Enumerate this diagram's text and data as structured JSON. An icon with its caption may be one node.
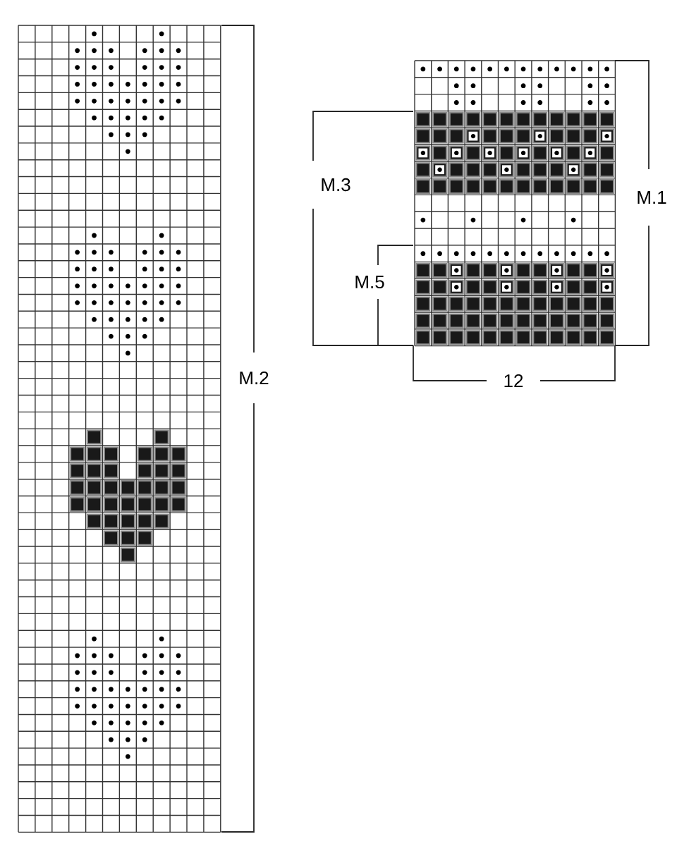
{
  "diagram": {
    "labels": [
      "M.3",
      "M.1",
      "M.5",
      "12",
      "M.2"
    ]
  }
}
